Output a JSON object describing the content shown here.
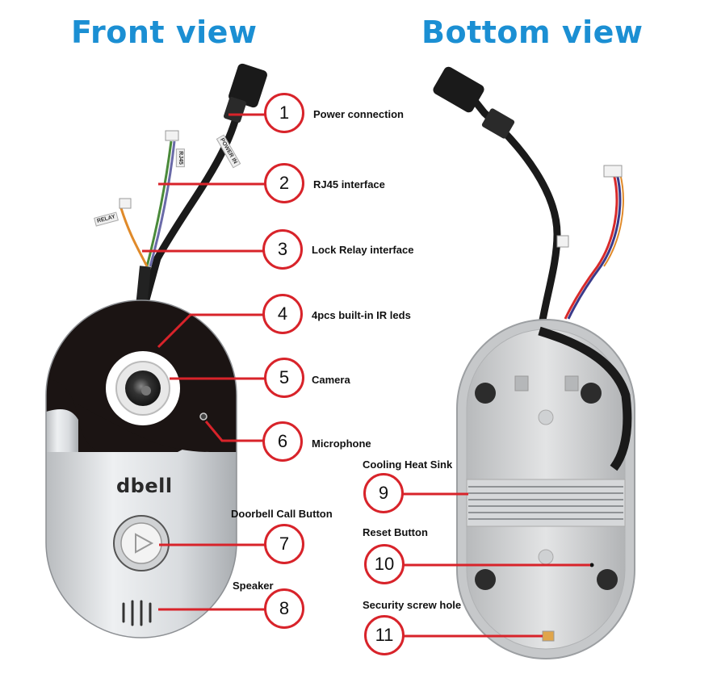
{
  "headings": {
    "front": "Front view",
    "bottom": "Bottom view"
  },
  "device": {
    "brand": "dbell"
  },
  "cable_tags": {
    "rj45": "RJ45",
    "power": "POWER IN",
    "relay": "RELAY"
  },
  "callouts": [
    {
      "number": "1",
      "label": "Power connection"
    },
    {
      "number": "2",
      "label": "RJ45 interface"
    },
    {
      "number": "3",
      "label": "Lock Relay interface"
    },
    {
      "number": "4",
      "label": "4pcs built-in IR leds"
    },
    {
      "number": "5",
      "label": "Camera"
    },
    {
      "number": "6",
      "label": "Microphone"
    },
    {
      "number": "7",
      "label": "Doorbell Call Button"
    },
    {
      "number": "8",
      "label": "Speaker"
    },
    {
      "number": "9",
      "label": "Cooling Heat Sink"
    },
    {
      "number": "10",
      "label": "Reset Button"
    },
    {
      "number": "11",
      "label": "Security screw hole"
    }
  ],
  "colors": {
    "heading": "#1b8fd3",
    "callout_line": "#d8232a"
  }
}
